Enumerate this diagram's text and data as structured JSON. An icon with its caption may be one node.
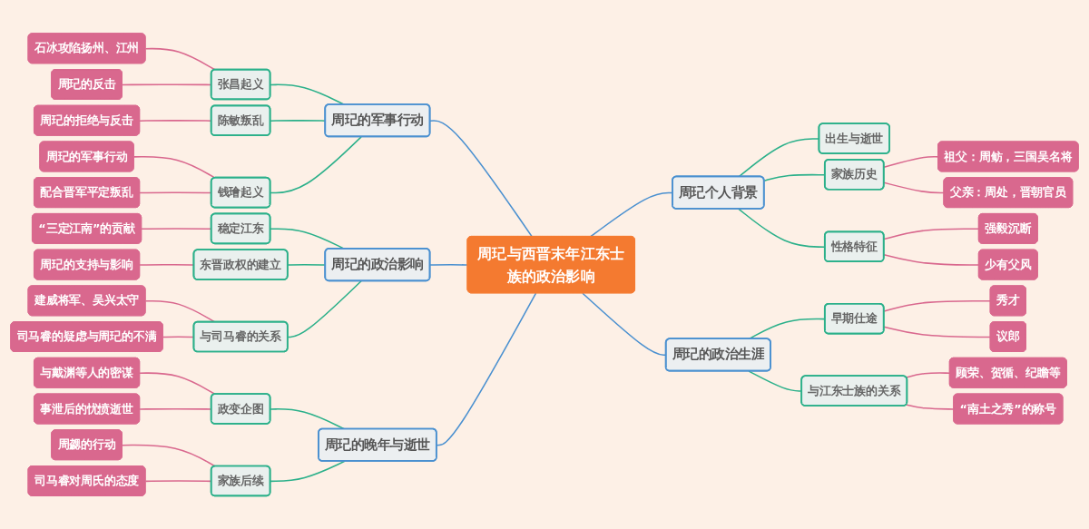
{
  "diagram": {
    "nodes": [
      {
        "text": [
          "周玘与西晋末年江东士族的政治影响"
        ]
      },
      {
        "text": [
          "周玘个人背景"
        ]
      },
      {
        "text": [
          "出生与逝世"
        ]
      },
      {
        "text": [
          "家族历史"
        ]
      },
      {
        "text": [
          "祖父：周鲂，三国吴名将"
        ]
      },
      {
        "text": [
          "父亲：周处，晋朝官员"
        ]
      },
      {
        "text": [
          "性格特征"
        ]
      },
      {
        "text": [
          "强毅沉断"
        ]
      },
      {
        "text": [
          "少有父风"
        ]
      },
      {
        "text": [
          "周玘的政治生涯"
        ]
      },
      {
        "text": [
          "早期仕途"
        ]
      },
      {
        "text": [
          "秀才"
        ]
      },
      {
        "text": [
          "议郎"
        ]
      },
      {
        "text": [
          "与江东士族的关系"
        ]
      },
      {
        "text": [
          "顾荣、贺循、纪瞻等"
        ]
      },
      {
        "text": [
          "“南土之秀”的称号"
        ]
      },
      {
        "text": [
          "周玘的军事行动"
        ]
      },
      {
        "text": [
          "张昌起义"
        ]
      },
      {
        "text": [
          "石冰攻陷扬州、江州"
        ]
      },
      {
        "text": [
          "周玘的反击"
        ]
      },
      {
        "text": [
          "陈敏叛乱"
        ]
      },
      {
        "text": [
          "周玘的拒绝与反击"
        ]
      },
      {
        "text": [
          "钱璯起义"
        ]
      },
      {
        "text": [
          "周玘的军事行动"
        ]
      },
      {
        "text": [
          "配合晋军平定叛乱"
        ]
      },
      {
        "text": [
          "周玘的政治影响"
        ]
      },
      {
        "text": [
          "稳定江东"
        ]
      },
      {
        "text": [
          "“三定江南”的贡献"
        ]
      },
      {
        "text": [
          "东晋政权的建立"
        ]
      },
      {
        "text": [
          "周玘的支持与影响"
        ]
      },
      {
        "text": [
          "与司马睿的关系"
        ]
      },
      {
        "text": [
          "建威将军、吴兴太守"
        ]
      },
      {
        "text": [
          "司马睿的疑虑与周玘的不满"
        ]
      },
      {
        "text": [
          "周玘的晚年与逝世"
        ]
      },
      {
        "text": [
          "政变企图"
        ]
      },
      {
        "text": [
          "与戴渊等人的密谋"
        ]
      },
      {
        "text": [
          "事泄后的忧愤逝世"
        ]
      },
      {
        "text": [
          "家族后续"
        ]
      },
      {
        "text": [
          "周勰的行动"
        ]
      },
      {
        "text": [
          "司马睿对周氏的态度"
        ]
      }
    ],
    "edges": [
      {
        "from": 0,
        "to": 1,
        "arrow": "none",
        "color": "#4a90d0"
      },
      {
        "from": 1,
        "to": 2,
        "arrow": "none",
        "color": "#2bb08a"
      },
      {
        "from": 1,
        "to": 3,
        "arrow": "none",
        "color": "#2bb08a"
      },
      {
        "from": 3,
        "to": 4,
        "arrow": "none"
      },
      {
        "from": 3,
        "to": 5,
        "arrow": "none"
      },
      {
        "from": 1,
        "to": 6,
        "arrow": "none",
        "color": "#2bb08a"
      },
      {
        "from": 6,
        "to": 7,
        "arrow": "none"
      },
      {
        "from": 6,
        "to": 8,
        "arrow": "none"
      },
      {
        "from": 0,
        "to": 9,
        "arrow": "none",
        "color": "#4a90d0"
      },
      {
        "from": 9,
        "to": 10,
        "arrow": "none",
        "color": "#2bb08a"
      },
      {
        "from": 10,
        "to": 11,
        "arrow": "none"
      },
      {
        "from": 10,
        "to": 12,
        "arrow": "none"
      },
      {
        "from": 9,
        "to": 13,
        "arrow": "none",
        "color": "#2bb08a"
      },
      {
        "from": 13,
        "to": 14,
        "arrow": "none"
      },
      {
        "from": 13,
        "to": 15,
        "arrow": "none"
      },
      {
        "from": 0,
        "to": 16,
        "arrow": "none",
        "color": "#4a90d0"
      },
      {
        "from": 16,
        "to": 17,
        "arrow": "none",
        "color": "#2bb08a"
      },
      {
        "from": 17,
        "to": 18,
        "arrow": "none"
      },
      {
        "from": 17,
        "to": 19,
        "arrow": "none"
      },
      {
        "from": 16,
        "to": 20,
        "arrow": "none",
        "color": "#2bb08a"
      },
      {
        "from": 20,
        "to": 21,
        "arrow": "none"
      },
      {
        "from": 16,
        "to": 22,
        "arrow": "none",
        "color": "#2bb08a"
      },
      {
        "from": 22,
        "to": 23,
        "arrow": "none"
      },
      {
        "from": 22,
        "to": 24,
        "arrow": "none"
      },
      {
        "from": 0,
        "to": 25,
        "arrow": "none",
        "color": "#4a90d0"
      },
      {
        "from": 25,
        "to": 26,
        "arrow": "none",
        "color": "#2bb08a"
      },
      {
        "from": 26,
        "to": 27,
        "arrow": "none"
      },
      {
        "from": 25,
        "to": 28,
        "arrow": "none",
        "color": "#2bb08a"
      },
      {
        "from": 28,
        "to": 29,
        "arrow": "none"
      },
      {
        "from": 25,
        "to": 30,
        "arrow": "none",
        "color": "#2bb08a"
      },
      {
        "from": 30,
        "to": 31,
        "arrow": "none"
      },
      {
        "from": 30,
        "to": 32,
        "arrow": "none"
      },
      {
        "from": 0,
        "to": 33,
        "arrow": "none",
        "color": "#4a90d0"
      },
      {
        "from": 33,
        "to": 34,
        "arrow": "none",
        "color": "#2bb08a"
      },
      {
        "from": 34,
        "to": 35,
        "arrow": "none"
      },
      {
        "from": 34,
        "to": 36,
        "arrow": "none"
      },
      {
        "from": 33,
        "to": 37,
        "arrow": "none",
        "color": "#2bb08a"
      },
      {
        "from": 37,
        "to": 38,
        "arrow": "none"
      },
      {
        "from": 37,
        "to": 39,
        "arrow": "none"
      }
    ]
  }
}
